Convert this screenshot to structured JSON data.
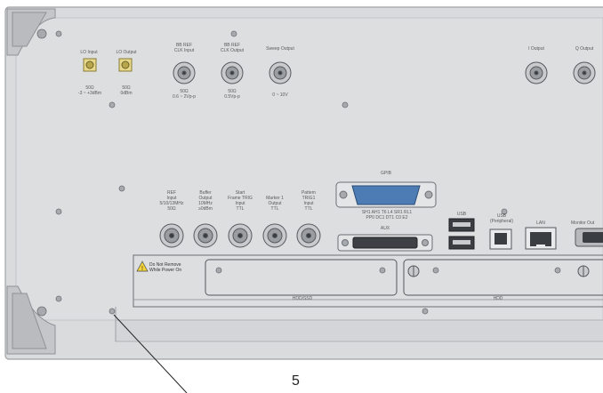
{
  "panel": {
    "title": "Instrument rear panel",
    "colors": {
      "panel": "#d9dbdd",
      "panel_edge": "#b8babd",
      "corner_bumper": "#c4c6c9",
      "connector": "#8d9196",
      "gpib_blue": "#4d7bb3"
    }
  },
  "connectors": {
    "lo_input": "LO Input",
    "lo_input_spec": "50Ω\n-3 ~ +3dBm",
    "lo_output": "LO Output",
    "lo_output_spec": "50Ω\n0dBm",
    "bb_ref_clk_input": "BB REF\nCLK Input",
    "bb_ref_clk_input_spec": "50Ω\n0.6 ~ 2Vp-p",
    "bb_ref_clk_output": "BB REF\nCLK Output",
    "bb_ref_clk_output_spec": "50Ω\n0.5Vp-p",
    "sweep_output": "Sweep Output",
    "sweep_output_spec": "0 ~ 10V",
    "i_output": "I Output",
    "q_output": "Q Output",
    "gpib": "GPIB",
    "gpib_spec": "SH1 AH1 T6 L4 SR1 RL1\nPP0 DC1 DT1 C0 E2",
    "aux": "AUX",
    "usb": "USB",
    "usb_peripheral": "USB\n(Peripheral)",
    "lan": "LAN",
    "monitor_out": "Monitor Out",
    "ref_input": "REF\nInput\n5/10/13MHz\n50Ω",
    "buffer_output": "Buffer\nOutput\n10MHz\n≥0dBm",
    "start_frame_trigger_input": "Start\nFrame TRIG\nInput\nTTL",
    "marker1_output": "Marker 1\nOutput\nTTL",
    "pattern_trigger_input": "Pattern\nTRIG1\nInput\nTTL"
  },
  "warning": {
    "text": "Do Not Remove\nWhile Power On"
  },
  "bays": {
    "hdd_ssd": "HDD/SSD",
    "hdd": "HDD"
  },
  "callout": {
    "number": "5"
  }
}
